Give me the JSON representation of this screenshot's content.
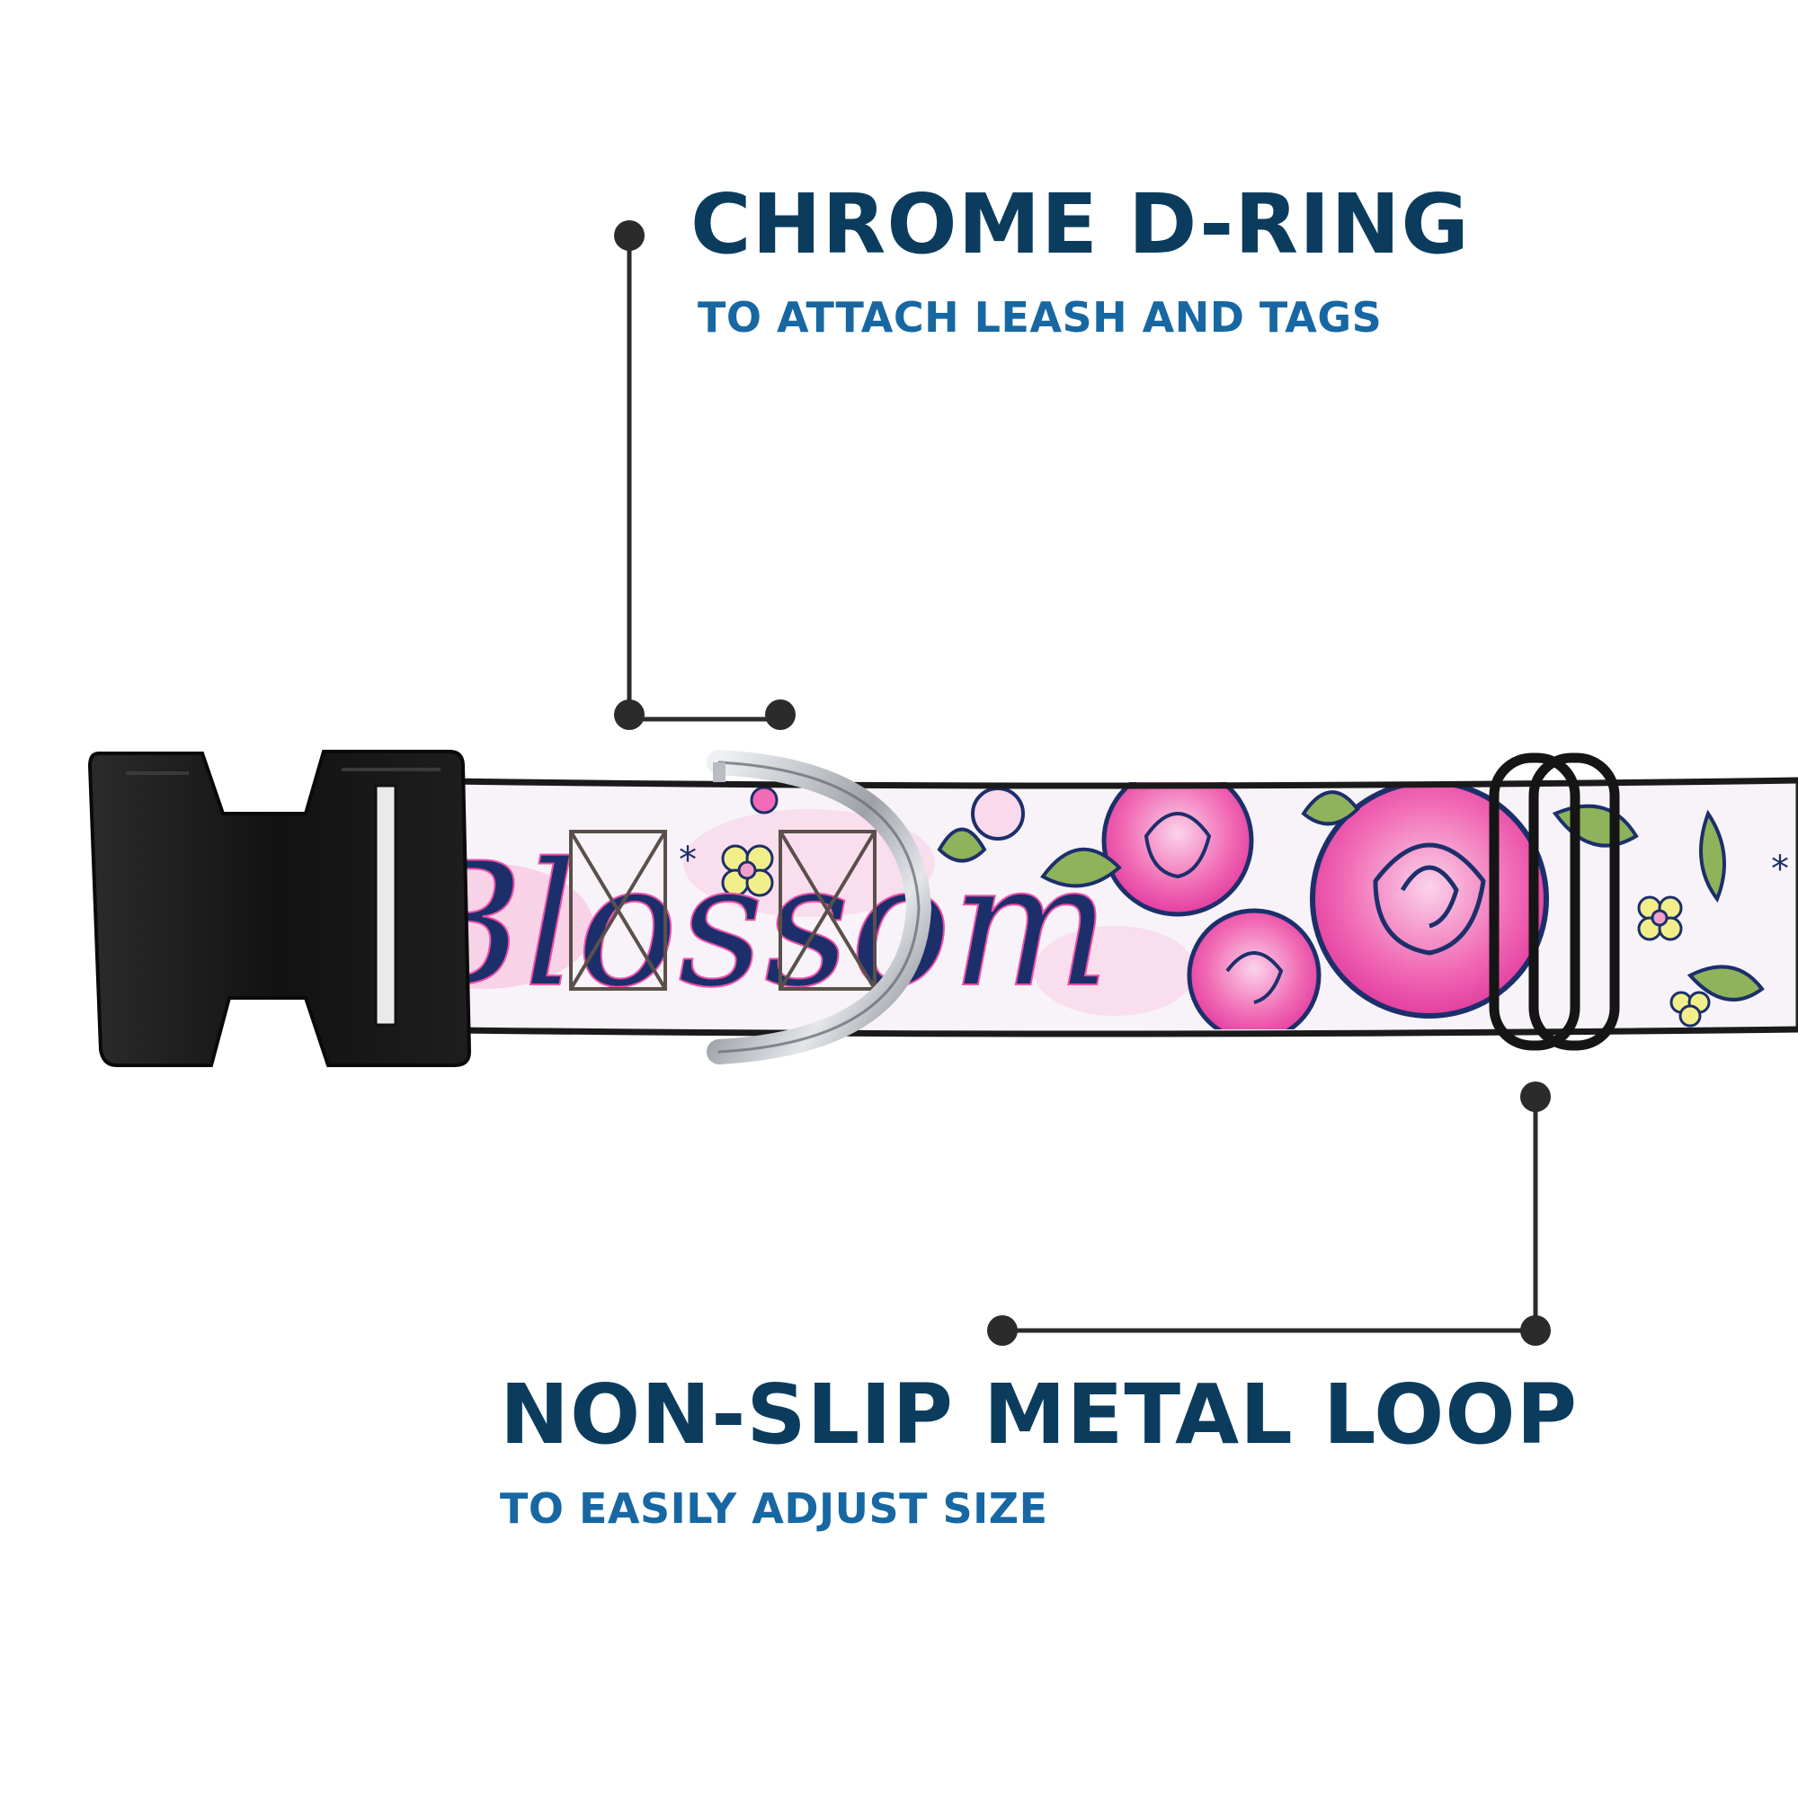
{
  "callouts": {
    "d_ring": {
      "title": "CHROME D-RING",
      "subtitle": "TO ATTACH LEASH AND TAGS"
    },
    "metal_loop": {
      "title": "NON-SLIP METAL LOOP",
      "subtitle": "TO EASILY ADJUST SIZE"
    }
  },
  "collar": {
    "print_text": "Blossom",
    "colors": {
      "webbing": "#f7f3f8",
      "rose_pink": "#f04fa8",
      "rose_light": "#f7b6d8",
      "outline_navy": "#1c2f6b",
      "leaf_green": "#8fb35a",
      "flower_yellow": "#f2ef8a",
      "buckle_black": "#1a1a1a",
      "chrome": "#b9bcc2"
    }
  },
  "colors": {
    "title": "#0b3c5d",
    "subtitle": "#1767a3",
    "leader_line": "#2b2b2b"
  },
  "icons": [
    "plastic-buckle-icon",
    "d-ring-icon",
    "slide-loop-icon"
  ]
}
